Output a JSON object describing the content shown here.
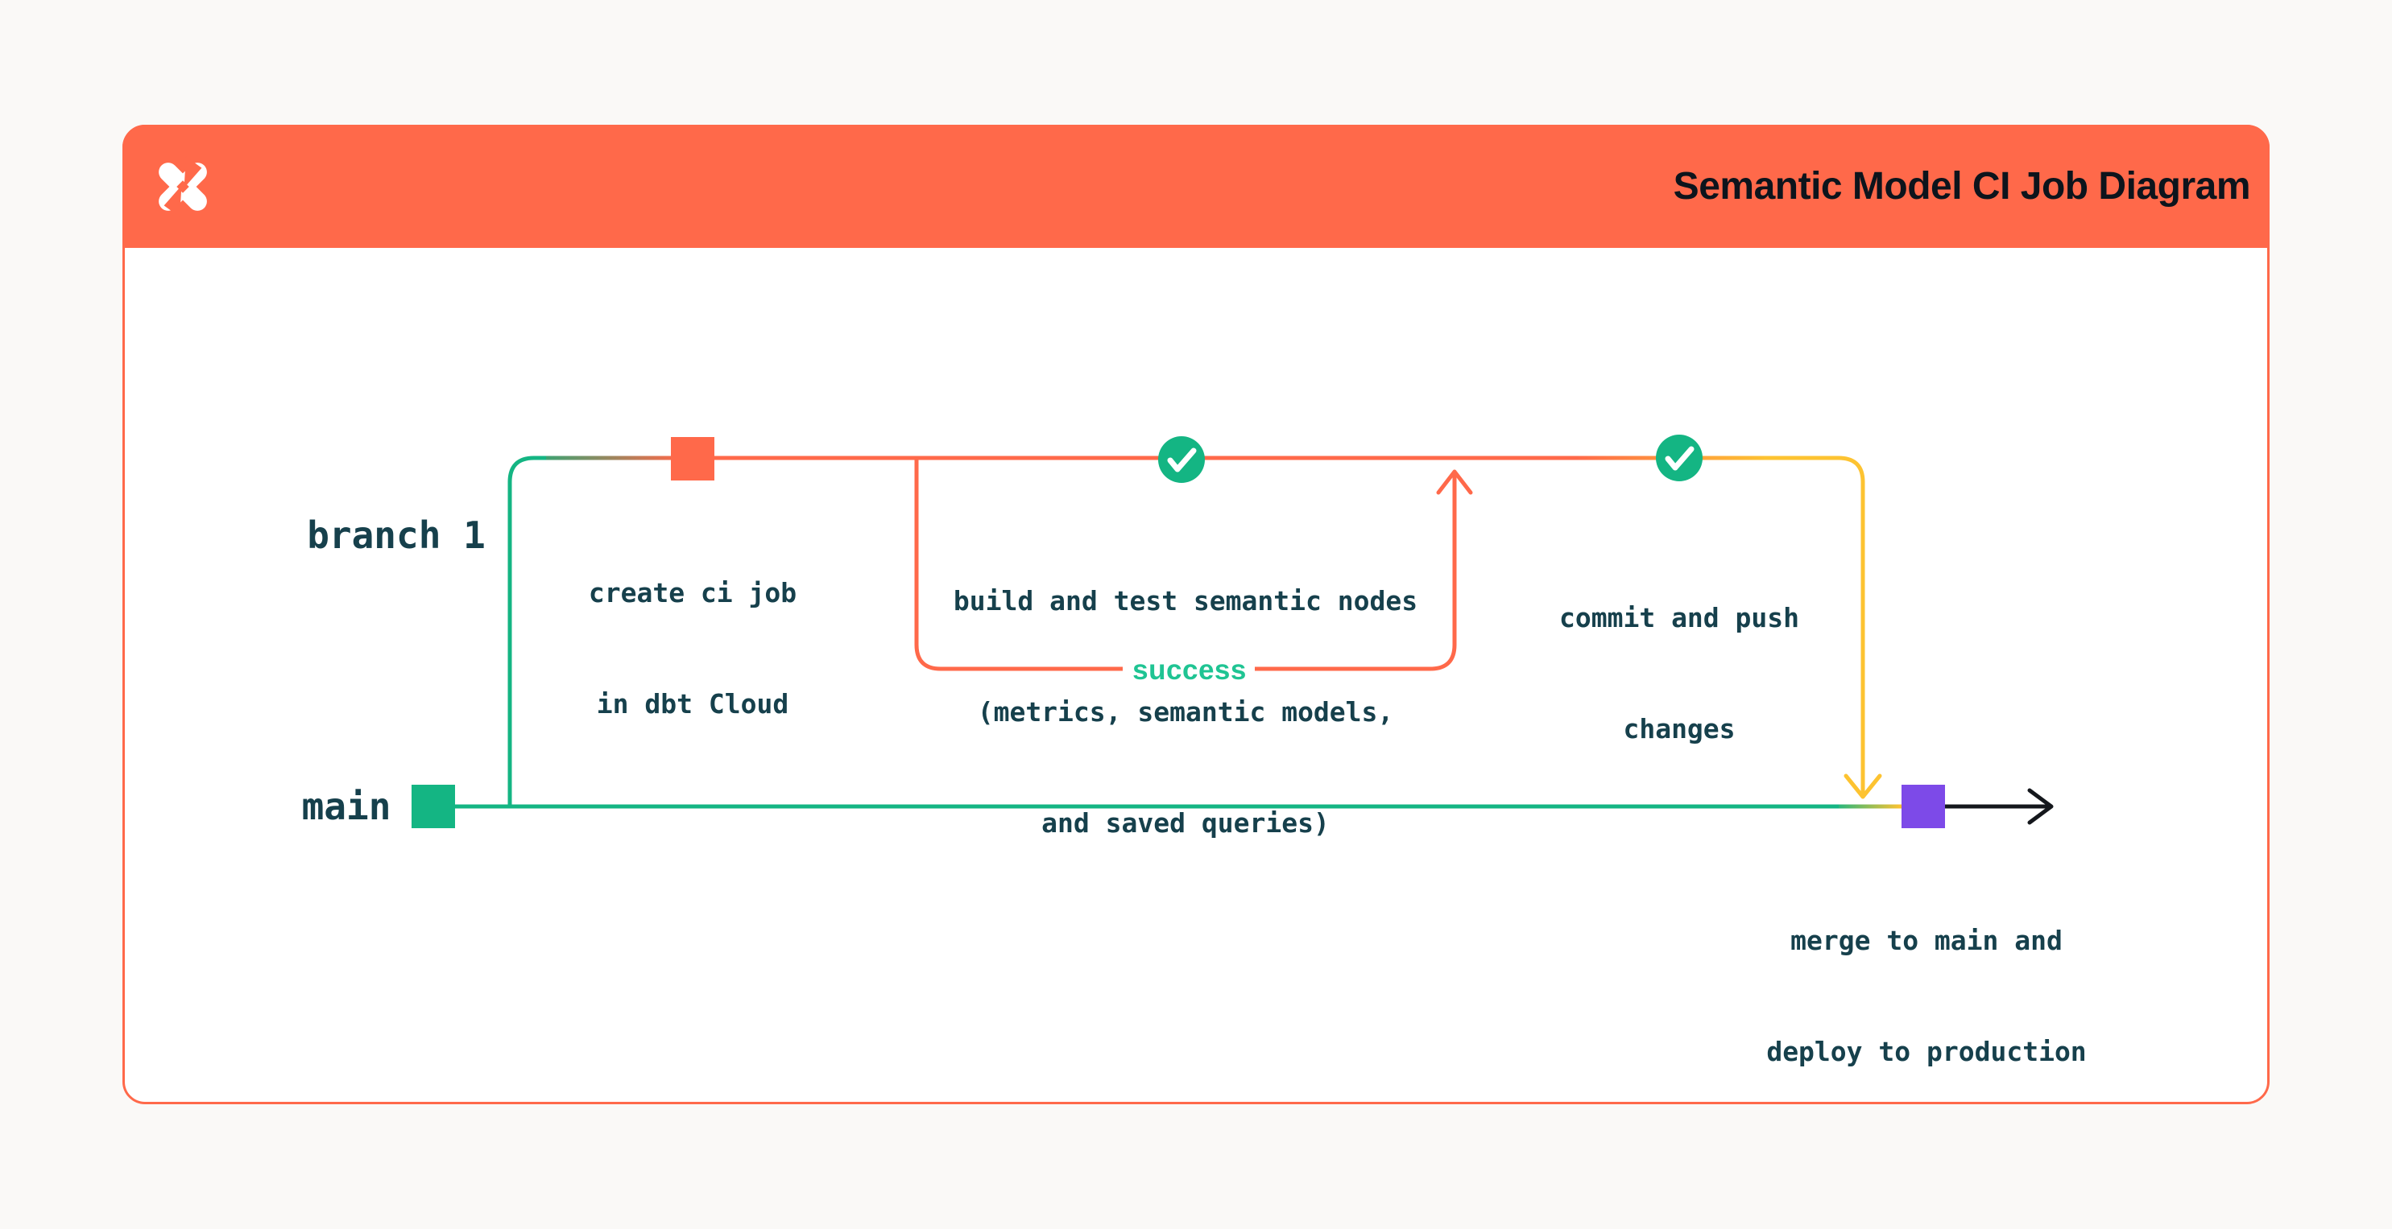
{
  "header": {
    "title": "Semantic Model CI Job Diagram",
    "logo_icon": "dbt-logo-icon"
  },
  "lanes": {
    "branch_label": "branch 1",
    "main_label": "main"
  },
  "nodes": {
    "create": {
      "lines": [
        "create ci job",
        "in dbt Cloud"
      ]
    },
    "build": {
      "lines": [
        "build and test semantic nodes",
        "(metrics, semantic models,",
        "and saved queries)"
      ]
    },
    "commit": {
      "lines": [
        "commit and push",
        "changes"
      ]
    },
    "merge": {
      "lines": [
        "merge to main and",
        "deploy to production"
      ]
    }
  },
  "loop": {
    "success_label": "success"
  },
  "icons": {
    "check_1": "check-circle-icon",
    "check_2": "check-circle-icon",
    "arrow_up": "arrow-up-icon",
    "arrow_down": "arrow-down-icon",
    "arrow_right": "arrow-right-icon"
  },
  "colors": {
    "orange": "#ff694a",
    "green": "#14b583",
    "green2": "#2aa876",
    "green-bright": "#1fc493",
    "yellow": "#fdc331",
    "purple": "#7d4ae8",
    "ink": "#16404c",
    "title": "#0d141c",
    "black": "#14171c",
    "page": "#faf9f7",
    "card": "#ffffff"
  }
}
